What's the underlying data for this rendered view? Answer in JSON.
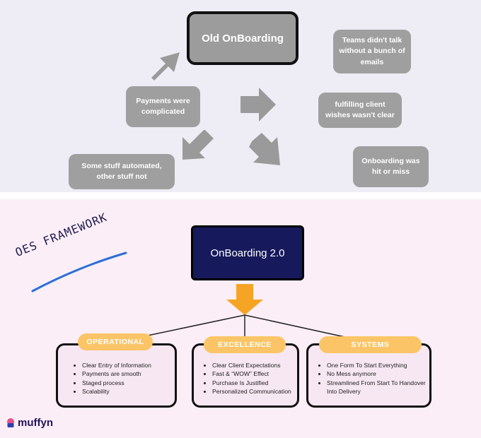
{
  "old": {
    "title": "Old OnBoarding",
    "issues": [
      "Payments were complicated",
      "Some stuff automated, other stuff not",
      "Teams didn't talk without a bunch of emails",
      "fulfilling client wishes wasn't clear",
      "Onboarding was hit or miss"
    ]
  },
  "framework_label": "OES FRAMEWORK",
  "new": {
    "title": "OnBoarding 2.0",
    "pillars": [
      {
        "tag": "OPERATIONAL",
        "items": [
          "Clear Entry of Information",
          "Payments are smooth",
          "Staged process",
          "Scalability"
        ]
      },
      {
        "tag": "EXCELLENCE",
        "items": [
          "Clear Client Expectations",
          "Fast & “WOW” Effect",
          "Purchase Is Justified",
          "Personalized Communication"
        ]
      },
      {
        "tag": "SYSTEMS",
        "items": [
          "One Form To Start Everything",
          "No Mess anymore",
          "Streamlined From Start To Handover Into Delivery"
        ]
      }
    ]
  },
  "brand": "muffyn",
  "colors": {
    "top_bg": "#eeedf6",
    "bottom_bg": "#fbeef7",
    "grey_pill": "#9f9f9f",
    "navy": "#16195b",
    "orange": "#fbc567",
    "arrow_orange": "#f5a523",
    "underline_blue": "#2b6fd6"
  },
  "icons": [
    "muffin-logo-icon",
    "arrow-icon"
  ]
}
